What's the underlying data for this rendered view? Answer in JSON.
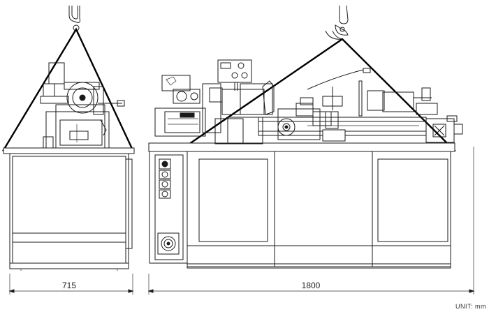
{
  "dimensions": {
    "side_width": "715",
    "front_width": "1800",
    "unit": "UNIT: mm"
  }
}
